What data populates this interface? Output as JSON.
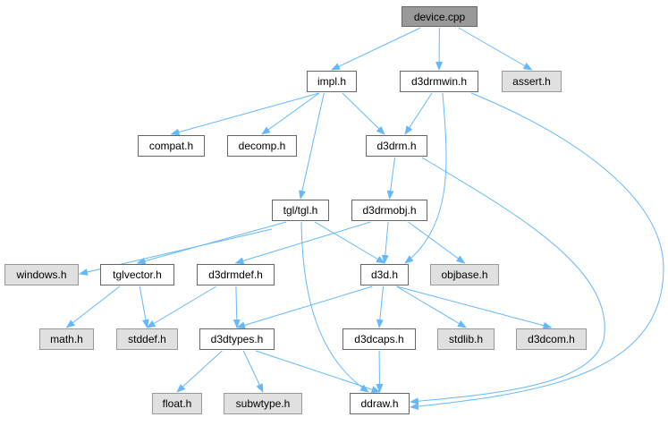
{
  "graph": {
    "nodes": [
      {
        "id": "device.cpp",
        "label": "device.cpp",
        "kind": "root"
      },
      {
        "id": "impl.h",
        "label": "impl.h",
        "kind": "local"
      },
      {
        "id": "d3drmwin.h",
        "label": "d3drmwin.h",
        "kind": "local"
      },
      {
        "id": "assert.h",
        "label": "assert.h",
        "kind": "external"
      },
      {
        "id": "compat.h",
        "label": "compat.h",
        "kind": "local"
      },
      {
        "id": "decomp.h",
        "label": "decomp.h",
        "kind": "local"
      },
      {
        "id": "d3drm.h",
        "label": "d3drm.h",
        "kind": "local"
      },
      {
        "id": "tgl/tgl.h",
        "label": "tgl/tgl.h",
        "kind": "local"
      },
      {
        "id": "d3drmobj.h",
        "label": "d3drmobj.h",
        "kind": "local"
      },
      {
        "id": "windows.h",
        "label": "windows.h",
        "kind": "external"
      },
      {
        "id": "tglvector.h",
        "label": "tglvector.h",
        "kind": "local"
      },
      {
        "id": "d3drmdef.h",
        "label": "d3drmdef.h",
        "kind": "local"
      },
      {
        "id": "d3d.h",
        "label": "d3d.h",
        "kind": "local"
      },
      {
        "id": "objbase.h",
        "label": "objbase.h",
        "kind": "external"
      },
      {
        "id": "math.h",
        "label": "math.h",
        "kind": "external"
      },
      {
        "id": "stddef.h",
        "label": "stddef.h",
        "kind": "external"
      },
      {
        "id": "d3dtypes.h",
        "label": "d3dtypes.h",
        "kind": "local"
      },
      {
        "id": "d3dcaps.h",
        "label": "d3dcaps.h",
        "kind": "local"
      },
      {
        "id": "stdlib.h",
        "label": "stdlib.h",
        "kind": "external"
      },
      {
        "id": "d3dcom.h",
        "label": "d3dcom.h",
        "kind": "external"
      },
      {
        "id": "float.h",
        "label": "float.h",
        "kind": "external"
      },
      {
        "id": "subwtype.h",
        "label": "subwtype.h",
        "kind": "external"
      },
      {
        "id": "ddraw.h",
        "label": "ddraw.h",
        "kind": "local"
      }
    ],
    "edges": [
      [
        "device.cpp",
        "impl.h"
      ],
      [
        "device.cpp",
        "d3drmwin.h"
      ],
      [
        "device.cpp",
        "assert.h"
      ],
      [
        "impl.h",
        "compat.h"
      ],
      [
        "impl.h",
        "decomp.h"
      ],
      [
        "impl.h",
        "d3drm.h"
      ],
      [
        "impl.h",
        "tgl/tgl.h"
      ],
      [
        "d3drmwin.h",
        "d3drm.h"
      ],
      [
        "d3drmwin.h",
        "d3d.h"
      ],
      [
        "d3drmwin.h",
        "ddraw.h"
      ],
      [
        "d3drm.h",
        "d3drmobj.h"
      ],
      [
        "d3drm.h",
        "ddraw.h"
      ],
      [
        "tgl/tgl.h",
        "windows.h"
      ],
      [
        "tgl/tgl.h",
        "tglvector.h"
      ],
      [
        "tgl/tgl.h",
        "d3d.h"
      ],
      [
        "tgl/tgl.h",
        "ddraw.h"
      ],
      [
        "d3drmobj.h",
        "d3drmdef.h"
      ],
      [
        "d3drmobj.h",
        "d3d.h"
      ],
      [
        "d3drmobj.h",
        "objbase.h"
      ],
      [
        "tglvector.h",
        "math.h"
      ],
      [
        "tglvector.h",
        "stddef.h"
      ],
      [
        "d3drmdef.h",
        "stddef.h"
      ],
      [
        "d3drmdef.h",
        "d3dtypes.h"
      ],
      [
        "d3d.h",
        "d3dtypes.h"
      ],
      [
        "d3d.h",
        "d3dcaps.h"
      ],
      [
        "d3d.h",
        "stdlib.h"
      ],
      [
        "d3d.h",
        "d3dcom.h"
      ],
      [
        "d3dtypes.h",
        "float.h"
      ],
      [
        "d3dtypes.h",
        "subwtype.h"
      ],
      [
        "d3dtypes.h",
        "ddraw.h"
      ],
      [
        "d3dcaps.h",
        "ddraw.h"
      ]
    ],
    "edge_color": "#63b8ff"
  }
}
